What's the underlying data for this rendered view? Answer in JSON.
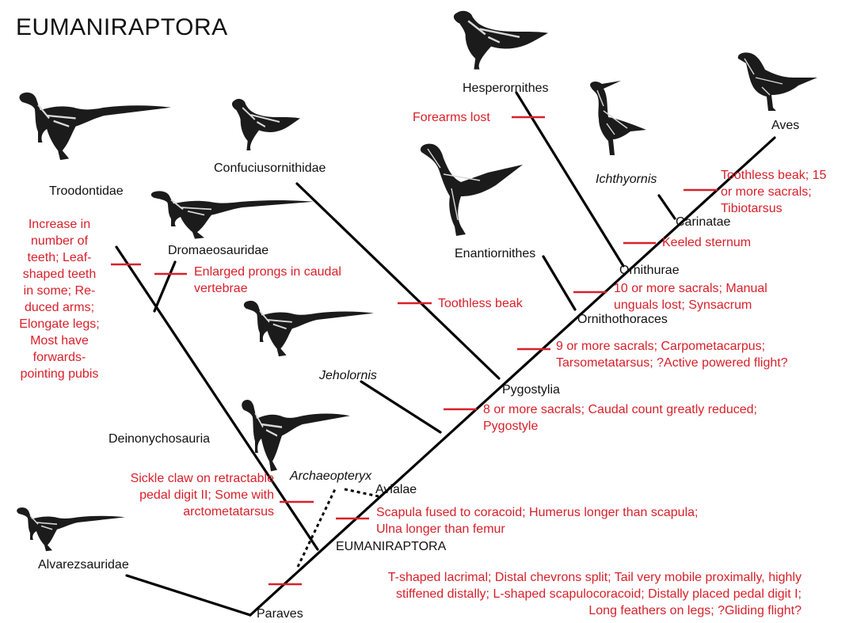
{
  "title": "EUMANIRAPTORA",
  "colors": {
    "branch": "#000000",
    "synapomorphy": "#d8202a",
    "silhouette": "#1b1b1b",
    "bone": "#d9d9d9"
  },
  "clades": {
    "troodontidae": "Troodontidae",
    "confuciusornithidae": "Confuciusornithidae",
    "hesperornithes": "Hesperornithes",
    "aves": "Aves",
    "ichthyornis": "Ichthyornis",
    "carinatae": "Carinatae",
    "dromaeosauridae": "Dromaeosauridae",
    "enantiornithes": "Enantiornithes",
    "ornithurae": "Ornithurae",
    "ornithothoraces": "Ornithothoraces",
    "jeholornis": "Jeholornis",
    "pygostylia": "Pygostylia",
    "deinonychosauria": "Deinonychosauria",
    "archaeopteryx": "Archaeopteryx",
    "avialae": "Avialae",
    "eumaniraptora_node": "EUMANIRAPTORA",
    "alvarezsauridae": "Alvarezsauridae",
    "paraves": "Paraves"
  },
  "characters": {
    "forearms_lost": "Forearms lost",
    "toothless_beak_15_sacrals": [
      "Toothless beak; 15",
      "or more sacrals;",
      "Tibiotarsus"
    ],
    "keeled_sternum": "Keeled sternum",
    "troodontidae_traits": [
      "Increase in",
      "number of",
      "teeth; Leaf-",
      "shaped teeth",
      "in some; Re-",
      "duced arms;",
      "Elongate legs;",
      "Most have",
      "forwards-",
      "pointing pubis"
    ],
    "enlarged_prongs": [
      "Enlarged prongs in caudal",
      "vertebrae"
    ],
    "ornithurae_traits": [
      "10 or more sacrals; Manual",
      "unguals lost; Synsacrum"
    ],
    "toothless_beak": "Toothless beak",
    "ornithothoraces_traits": [
      "9 or more sacrals; Carpometacarpus;",
      "Tarsometatarsus; ?Active powered flight?"
    ],
    "pygostylia_traits": [
      "8 or more sacrals; Caudal count greatly reduced;",
      "Pygostyle"
    ],
    "deinonychosauria_traits": [
      "Sickle claw on retractable",
      "pedal digit II; Some with",
      "arctometatarsus"
    ],
    "avialae_traits": [
      "Scapula fused to coracoid; Humerus longer than scapula;",
      "Ulna longer than femur"
    ],
    "paraves_traits": [
      "T-shaped lacrimal; Distal chevrons split; Tail very mobile proximally, highly",
      "stiffened distally; L-shaped scapulocoracoid; Distally placed pedal digit I;",
      "Long feathers on legs; ?Gliding flight?"
    ]
  },
  "silhouettes": [
    "troodontid-icon",
    "confuciusornis-icon",
    "hesperornis-icon",
    "ichthyornis-icon",
    "aves-bird-icon",
    "dromaeosaur-icon",
    "enantiornithine-icon",
    "jeholornis-icon",
    "archaeopteryx-icon",
    "alvarezsaur-icon"
  ]
}
